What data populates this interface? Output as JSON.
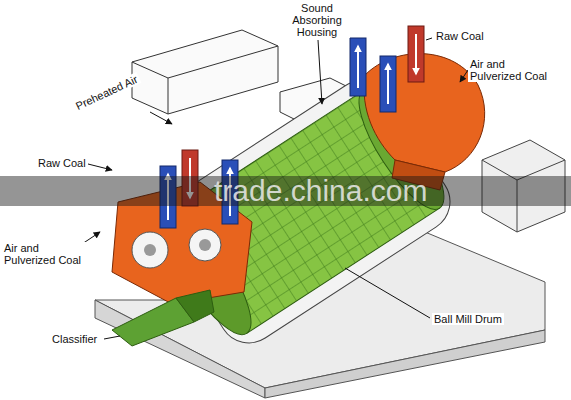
{
  "diagram": {
    "labels": [
      "Sound Absorbing Housing",
      "Raw Coal",
      "Air and Pulverized Coal",
      "Preheated Air",
      "Raw Coal",
      "Air and Pulverized Coal",
      "Classifier",
      "Ball Mill Drum",
      "trade.china.com"
    ]
  }
}
